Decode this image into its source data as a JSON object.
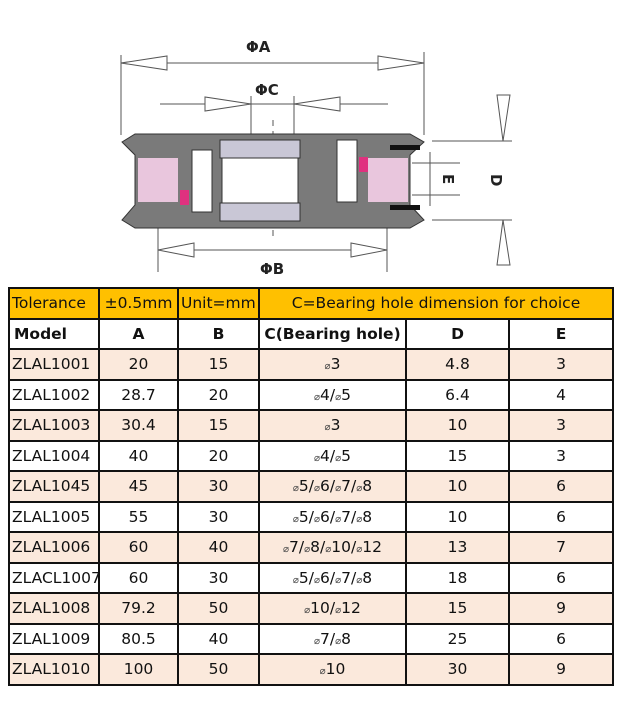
{
  "diagram": {
    "labels": {
      "a": "ΦA",
      "b": "ΦB",
      "c": "ΦC",
      "d": "D",
      "e": "E"
    }
  },
  "table": {
    "header": {
      "tolerance_label": "Tolerance",
      "tolerance_value": "±0.5mm",
      "unit": "Unit=mm",
      "note": "C=Bearing hole dimension for choice"
    },
    "columns": [
      "Model",
      "A",
      "B",
      "C(Bearing hole)",
      "D",
      "E"
    ],
    "diameter_symbol": "⌀",
    "rows": [
      {
        "model": "ZLAL1001",
        "a": "20",
        "b": "15",
        "c": [
          "3"
        ],
        "d": "4.8",
        "e": "3"
      },
      {
        "model": "ZLAL1002",
        "a": "28.7",
        "b": "20",
        "c": [
          "4",
          "5"
        ],
        "d": "6.4",
        "e": "4"
      },
      {
        "model": "ZLAL1003",
        "a": "30.4",
        "b": "15",
        "c": [
          "3"
        ],
        "d": "10",
        "e": "3"
      },
      {
        "model": "ZLAL1004",
        "a": "40",
        "b": "20",
        "c": [
          "4",
          "5"
        ],
        "d": "15",
        "e": "3"
      },
      {
        "model": "ZLAL1045",
        "a": "45",
        "b": "30",
        "c": [
          "5",
          "6",
          "7",
          "8"
        ],
        "d": "10",
        "e": "6"
      },
      {
        "model": "ZLAL1005",
        "a": "55",
        "b": "30",
        "c": [
          "5",
          "6",
          "7",
          "8"
        ],
        "d": "10",
        "e": "6"
      },
      {
        "model": "ZLAL1006",
        "a": "60",
        "b": "40",
        "c": [
          "7",
          "8",
          "10",
          "12"
        ],
        "d": "13",
        "e": "7"
      },
      {
        "model": "ZLACL1007",
        "a": "60",
        "b": "30",
        "c": [
          "5",
          "6",
          "7",
          "8"
        ],
        "d": "18",
        "e": "6"
      },
      {
        "model": "ZLAL1008",
        "a": "79.2",
        "b": "50",
        "c": [
          "10",
          "12"
        ],
        "d": "15",
        "e": "9"
      },
      {
        "model": "ZLAL1009",
        "a": "80.5",
        "b": "40",
        "c": [
          "7",
          "8"
        ],
        "d": "25",
        "e": "6"
      },
      {
        "model": "ZLAL1010",
        "a": "100",
        "b": "50",
        "c": [
          "10"
        ],
        "d": "30",
        "e": "9"
      }
    ]
  }
}
